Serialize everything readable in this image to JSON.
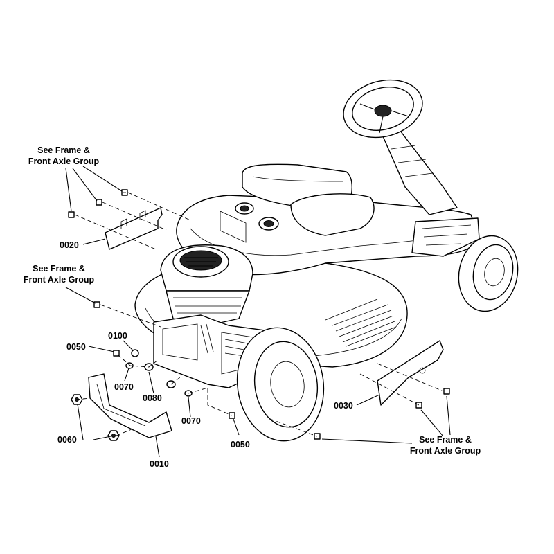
{
  "notes": {
    "top_left": [
      "See Frame &",
      "Front Axle Group"
    ],
    "mid_left": [
      "See Frame &",
      "Front Axle Group"
    ],
    "bottom_right": [
      "See Frame &",
      "Front Axle Group"
    ]
  },
  "callouts": {
    "p0010": "0010",
    "p0020": "0020",
    "p0030": "0030",
    "p0050a": "0050",
    "p0050b": "0050",
    "p0060": "0060",
    "p0070a": "0070",
    "p0070b": "0070",
    "p0080": "0080",
    "p0100": "0100"
  }
}
